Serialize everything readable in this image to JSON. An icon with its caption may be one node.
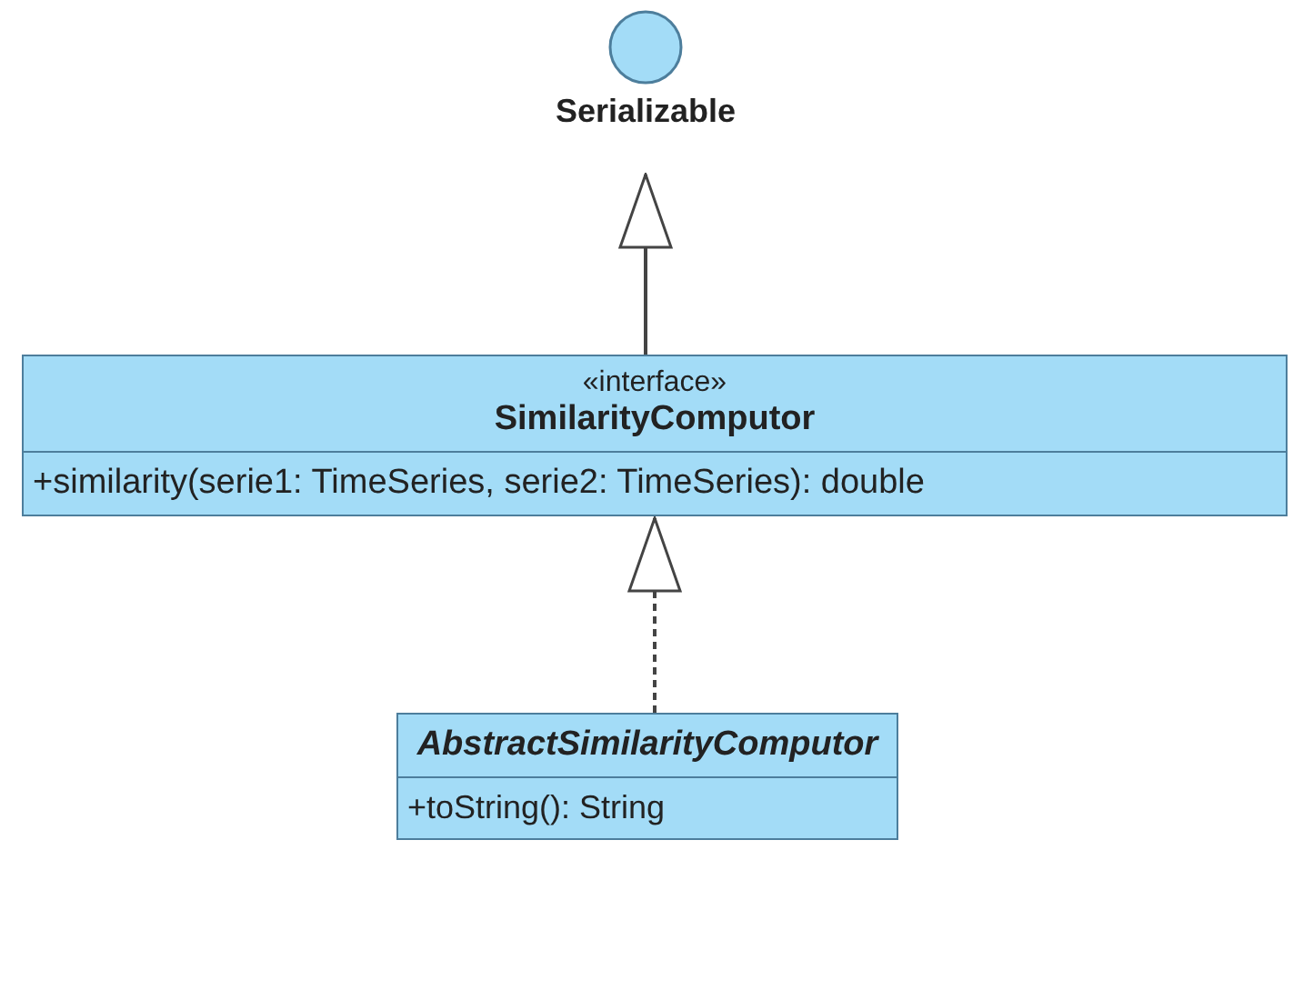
{
  "diagram": {
    "nodes": [
      {
        "text": [
          "Serializable"
        ]
      },
      {
        "text": [
          "«interface»",
          "SimilarityComputor",
          "+similarity(serie1: TimeSeries, serie2: TimeSeries): double"
        ]
      },
      {
        "text": [
          "AbstractSimilarityComputor",
          "+toString(): String"
        ]
      }
    ],
    "edges": [
      {
        "from": 1,
        "to": 0,
        "arrow": "to"
      },
      {
        "from": 2,
        "to": 1,
        "arrow": "to",
        "style": "dashed"
      }
    ]
  }
}
